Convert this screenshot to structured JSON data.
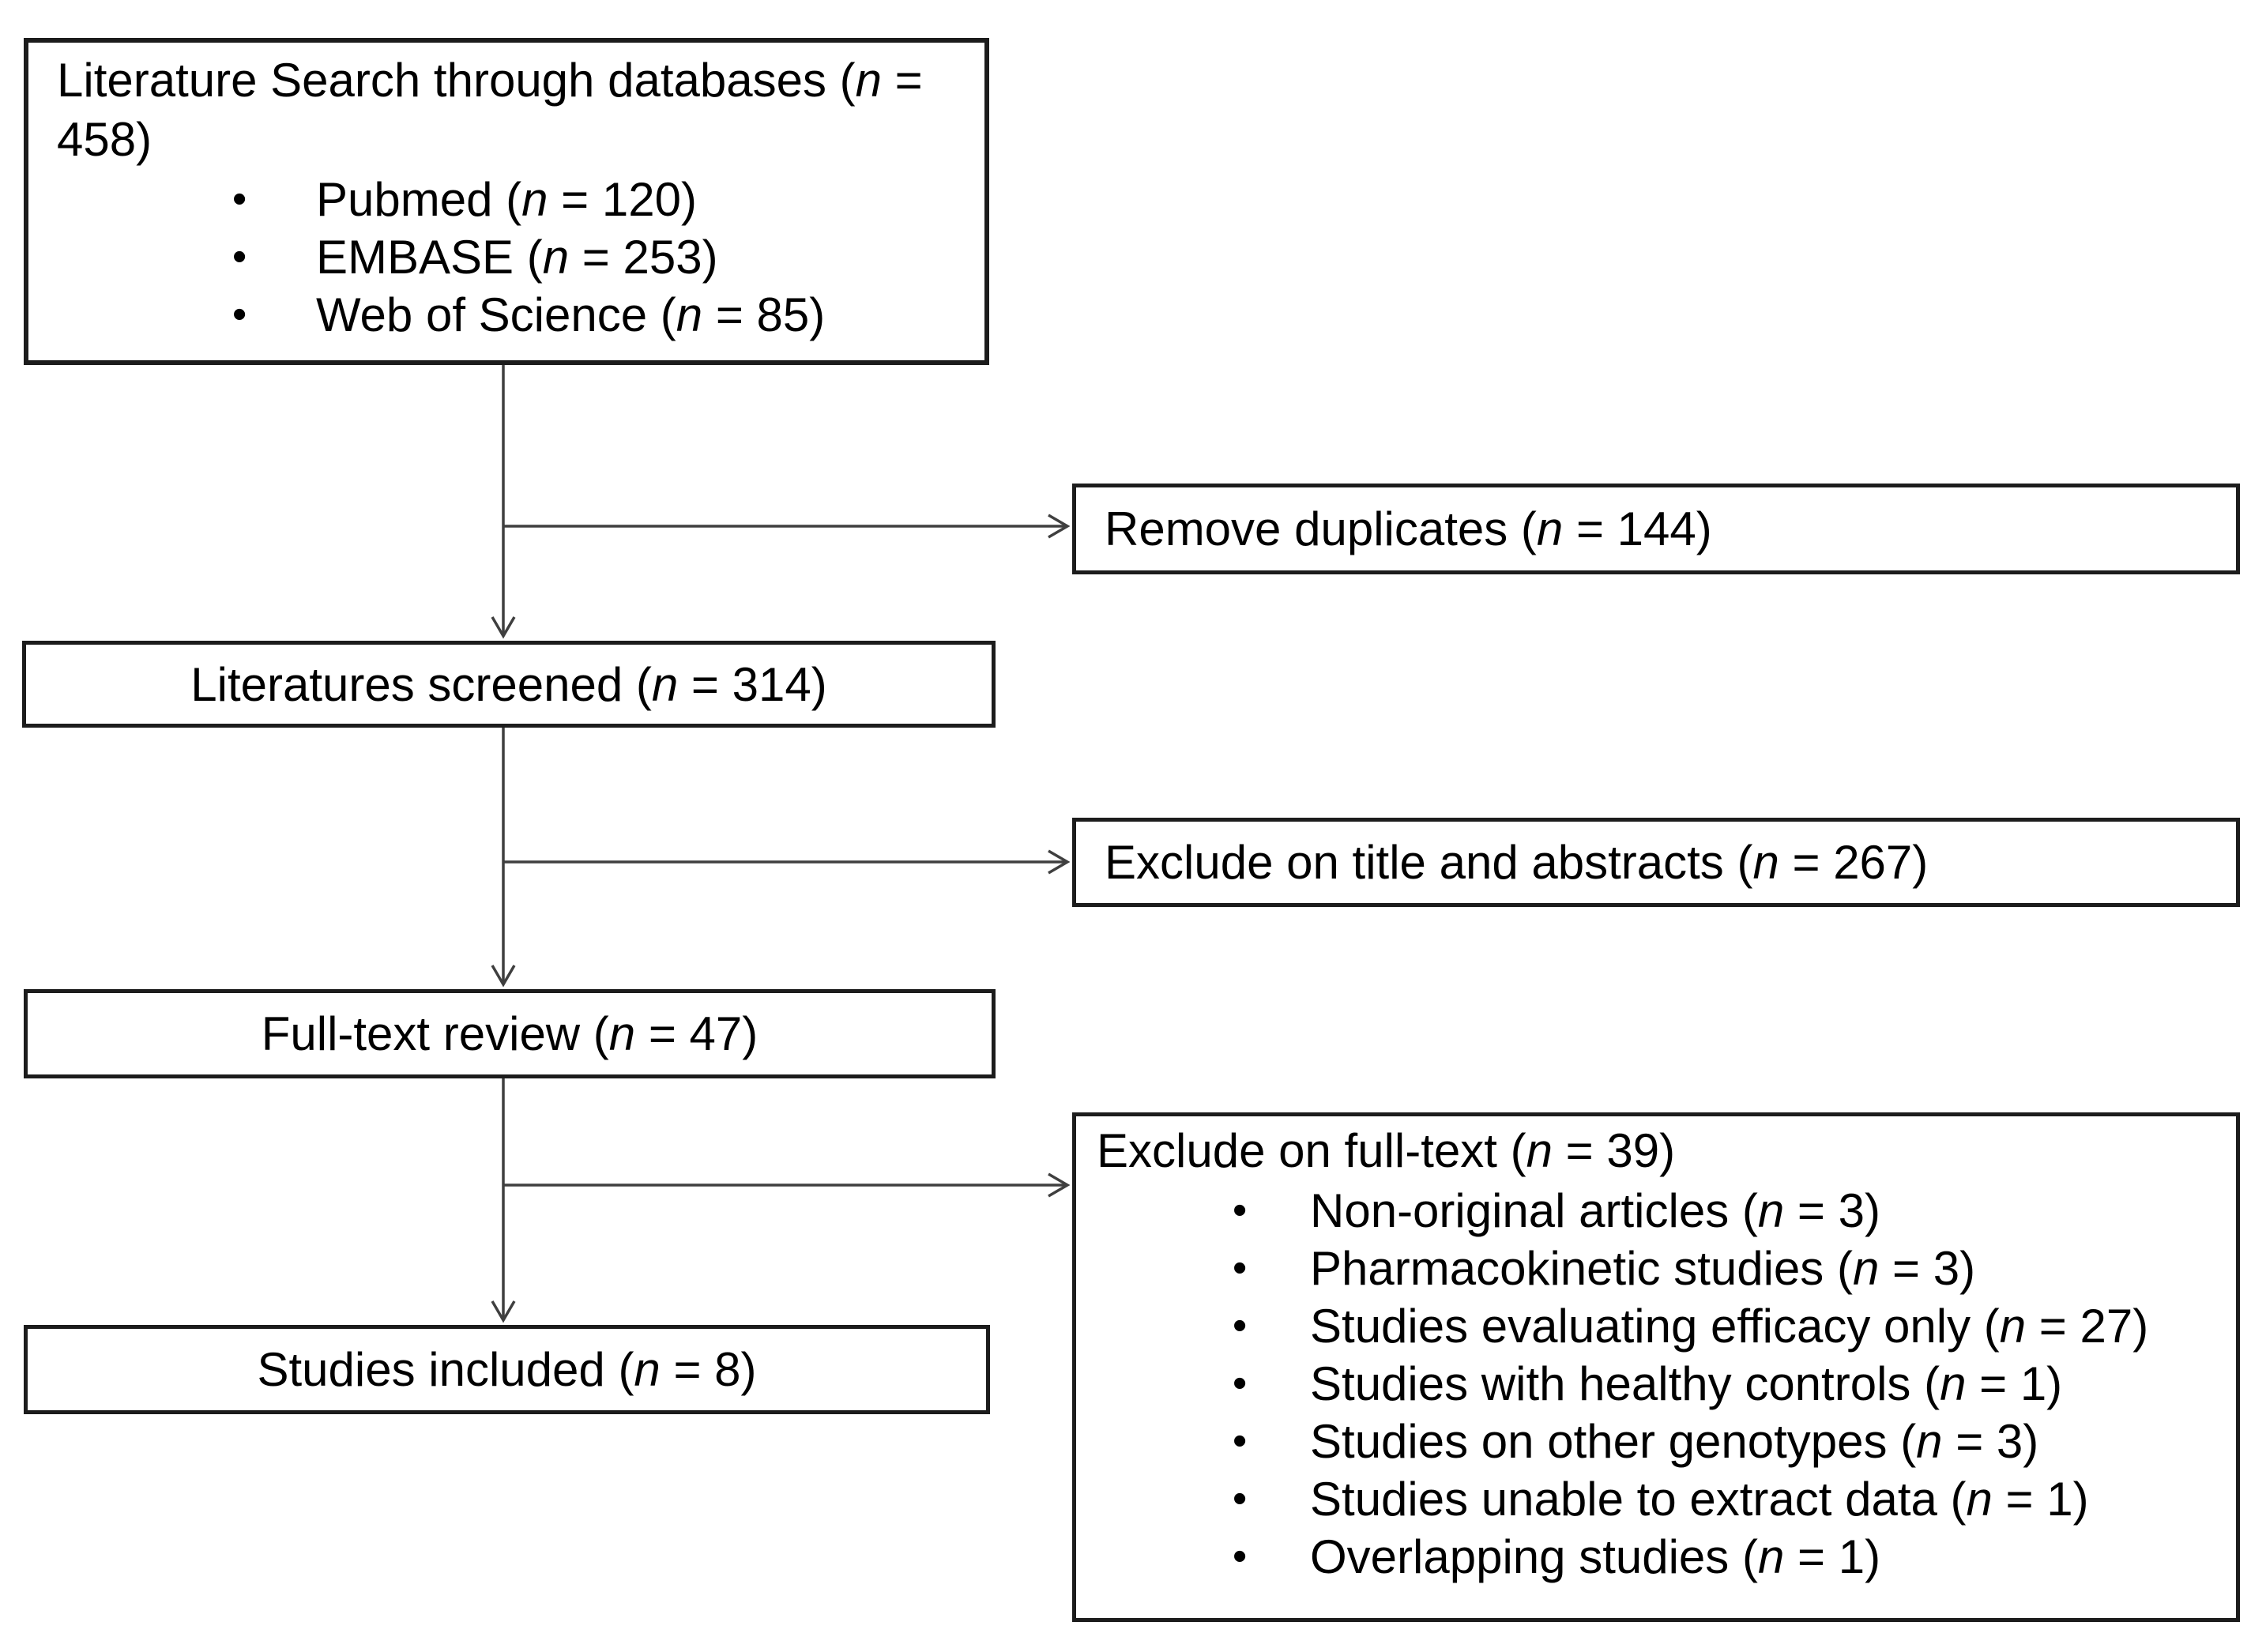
{
  "diagram": {
    "kind": "literature-screening-flowchart",
    "format": {
      "open": "(",
      "var": "n",
      "eq": " = ",
      "close": ")"
    },
    "boxes": {
      "search": {
        "label": "Literature Search through databases",
        "count": "458",
        "items": [
          {
            "label": "Pubmed",
            "count": "120"
          },
          {
            "label": "EMBASE",
            "count": "253"
          },
          {
            "label": "Web of Science",
            "count": "85"
          }
        ]
      },
      "remove_duplicates": {
        "label": "Remove duplicates",
        "count": "144"
      },
      "screened": {
        "label": "Literatures screened",
        "count": "314"
      },
      "exclude_title": {
        "label": "Exclude on title and abstracts",
        "count": "267"
      },
      "fulltext": {
        "label": "Full-text review",
        "count": "47"
      },
      "exclude_fulltext": {
        "label": "Exclude on full-text",
        "count": "39",
        "items": [
          {
            "label": "Non-original articles",
            "count": "3"
          },
          {
            "label": "Pharmacokinetic studies",
            "count": "3"
          },
          {
            "label": "Studies evaluating efficacy only",
            "count": "27"
          },
          {
            "label": "Studies with healthy controls",
            "count": "1"
          },
          {
            "label": "Studies on other genotypes",
            "count": "3"
          },
          {
            "label": "Studies unable to extract data",
            "count": "1"
          },
          {
            "label": "Overlapping studies",
            "count": "1"
          }
        ]
      },
      "included": {
        "label": "Studies included",
        "count": "8"
      }
    },
    "colors": {
      "background": "#ffffff",
      "box_border": "#1c1c1c",
      "text": "#000000",
      "connector": "#3f3f3f"
    }
  }
}
